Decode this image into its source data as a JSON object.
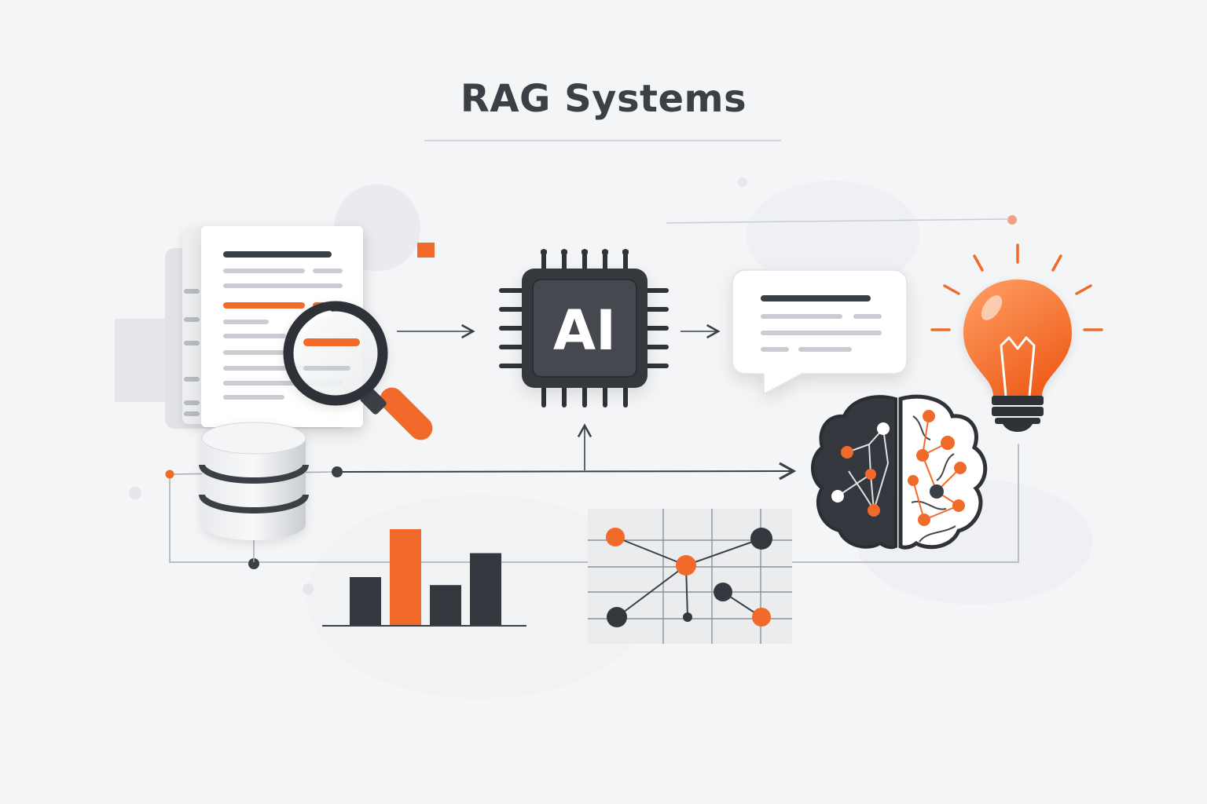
{
  "title": "RAG Systems",
  "chip": {
    "label": "AI"
  },
  "colors": {
    "accent": "#f26a2a",
    "dark": "#3b3f46",
    "light_gray": "#c9ccd1",
    "background": "#f4f5f7"
  },
  "icons": [
    "document-stack-icon",
    "magnifier-icon",
    "database-icon",
    "ai-chip-icon",
    "speech-bubble-icon",
    "lightbulb-icon",
    "brain-network-icon",
    "bar-chart-icon",
    "scatter-network-icon"
  ],
  "bar_chart": {
    "bars": [
      3,
      6,
      2.5,
      4.5
    ],
    "highlight_index": 1
  }
}
